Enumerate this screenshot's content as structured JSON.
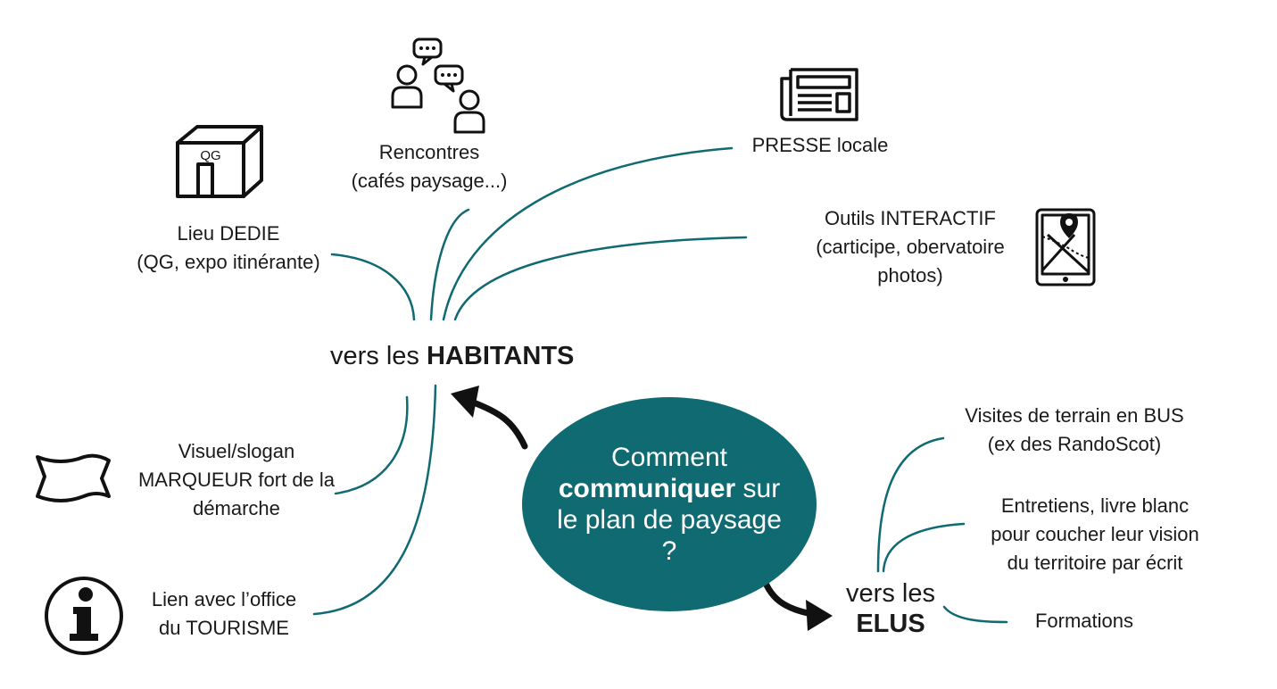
{
  "colors": {
    "teal": "#0f6a72",
    "ink": "#1a1a1a",
    "white": "#ffffff"
  },
  "center": {
    "line1": "Comment",
    "line2_bold": "communiquer",
    "line2_rest": " sur",
    "line3": "le plan de paysage",
    "line4": "?"
  },
  "hubs": {
    "habitants": {
      "prefix": "vers les ",
      "bold": "HABITANTS"
    },
    "elus": {
      "line1": "vers les",
      "bold": "ELUS"
    }
  },
  "habitants_branches": [
    {
      "id": "lieu",
      "icon": "building-qg-icon",
      "icon_text": "QG",
      "lines": [
        "Lieu DEDIE",
        "(QG, expo itinérante)"
      ]
    },
    {
      "id": "rencontres",
      "icon": "people-chat-icon",
      "lines": [
        "Rencontres",
        "(cafés paysage...)"
      ]
    },
    {
      "id": "presse",
      "icon": "newspaper-icon",
      "lines": [
        "PRESSE locale"
      ]
    },
    {
      "id": "outils",
      "icon": "tablet-map-icon",
      "lines": [
        "Outils INTERACTIF",
        "(carticipe, obervatoire",
        "photos)"
      ]
    },
    {
      "id": "visuel",
      "icon": "banner-flag-icon",
      "lines": [
        "Visuel/slogan",
        "MARQUEUR fort de la",
        "démarche"
      ]
    },
    {
      "id": "tourisme",
      "icon": "info-icon",
      "icon_text": "i",
      "lines": [
        "Lien avec l’office",
        "du TOURISME"
      ]
    }
  ],
  "elus_branches": [
    {
      "id": "visites",
      "lines": [
        "Visites de terrain en BUS",
        "(ex des RandoScot)"
      ]
    },
    {
      "id": "entretiens",
      "lines": [
        "Entretiens, livre blanc",
        "pour coucher leur vision",
        "du territoire par écrit"
      ]
    },
    {
      "id": "formations",
      "lines": [
        "Formations"
      ]
    }
  ]
}
